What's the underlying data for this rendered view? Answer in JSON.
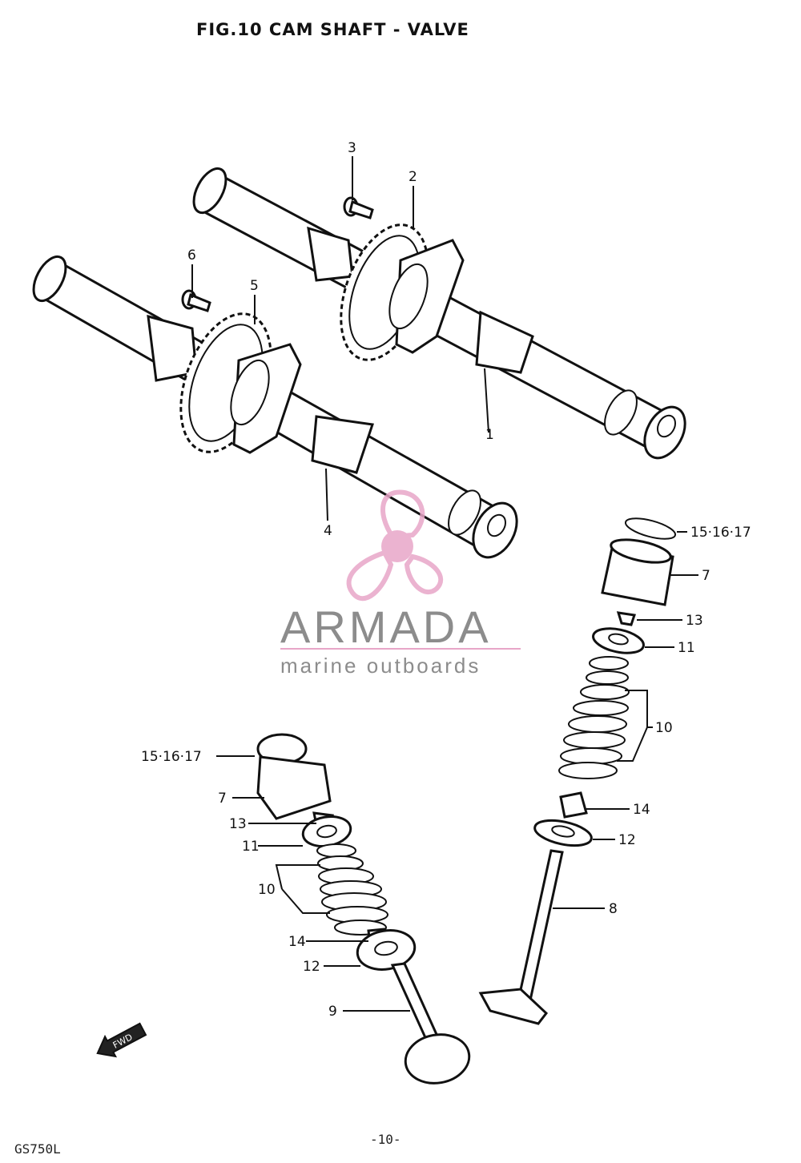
{
  "figure": {
    "title": "FIG.10  CAM SHAFT - VALVE",
    "model_code": "GS750L",
    "page_number": "-10-",
    "fwd_marker": "FWD"
  },
  "watermark": {
    "brand": "ARMADA",
    "tagline": "marine outboards",
    "accent_color": "#e8a6c8",
    "text_color": "#8c8c8c"
  },
  "callouts": {
    "c1": "1",
    "c2": "2",
    "c3": "3",
    "c4": "4",
    "c5": "5",
    "c6": "6",
    "r_15_16_17": "15·16·17",
    "r_7": "7",
    "r_13": "13",
    "r_11": "11",
    "r_10": "10",
    "r_14": "14",
    "r_12": "12",
    "r_8": "8",
    "l_15_16_17": "15·16·17",
    "l_7": "7",
    "l_13": "13",
    "l_11": "11",
    "l_10": "10",
    "l_14": "14",
    "l_12": "12",
    "l_9": "9"
  }
}
